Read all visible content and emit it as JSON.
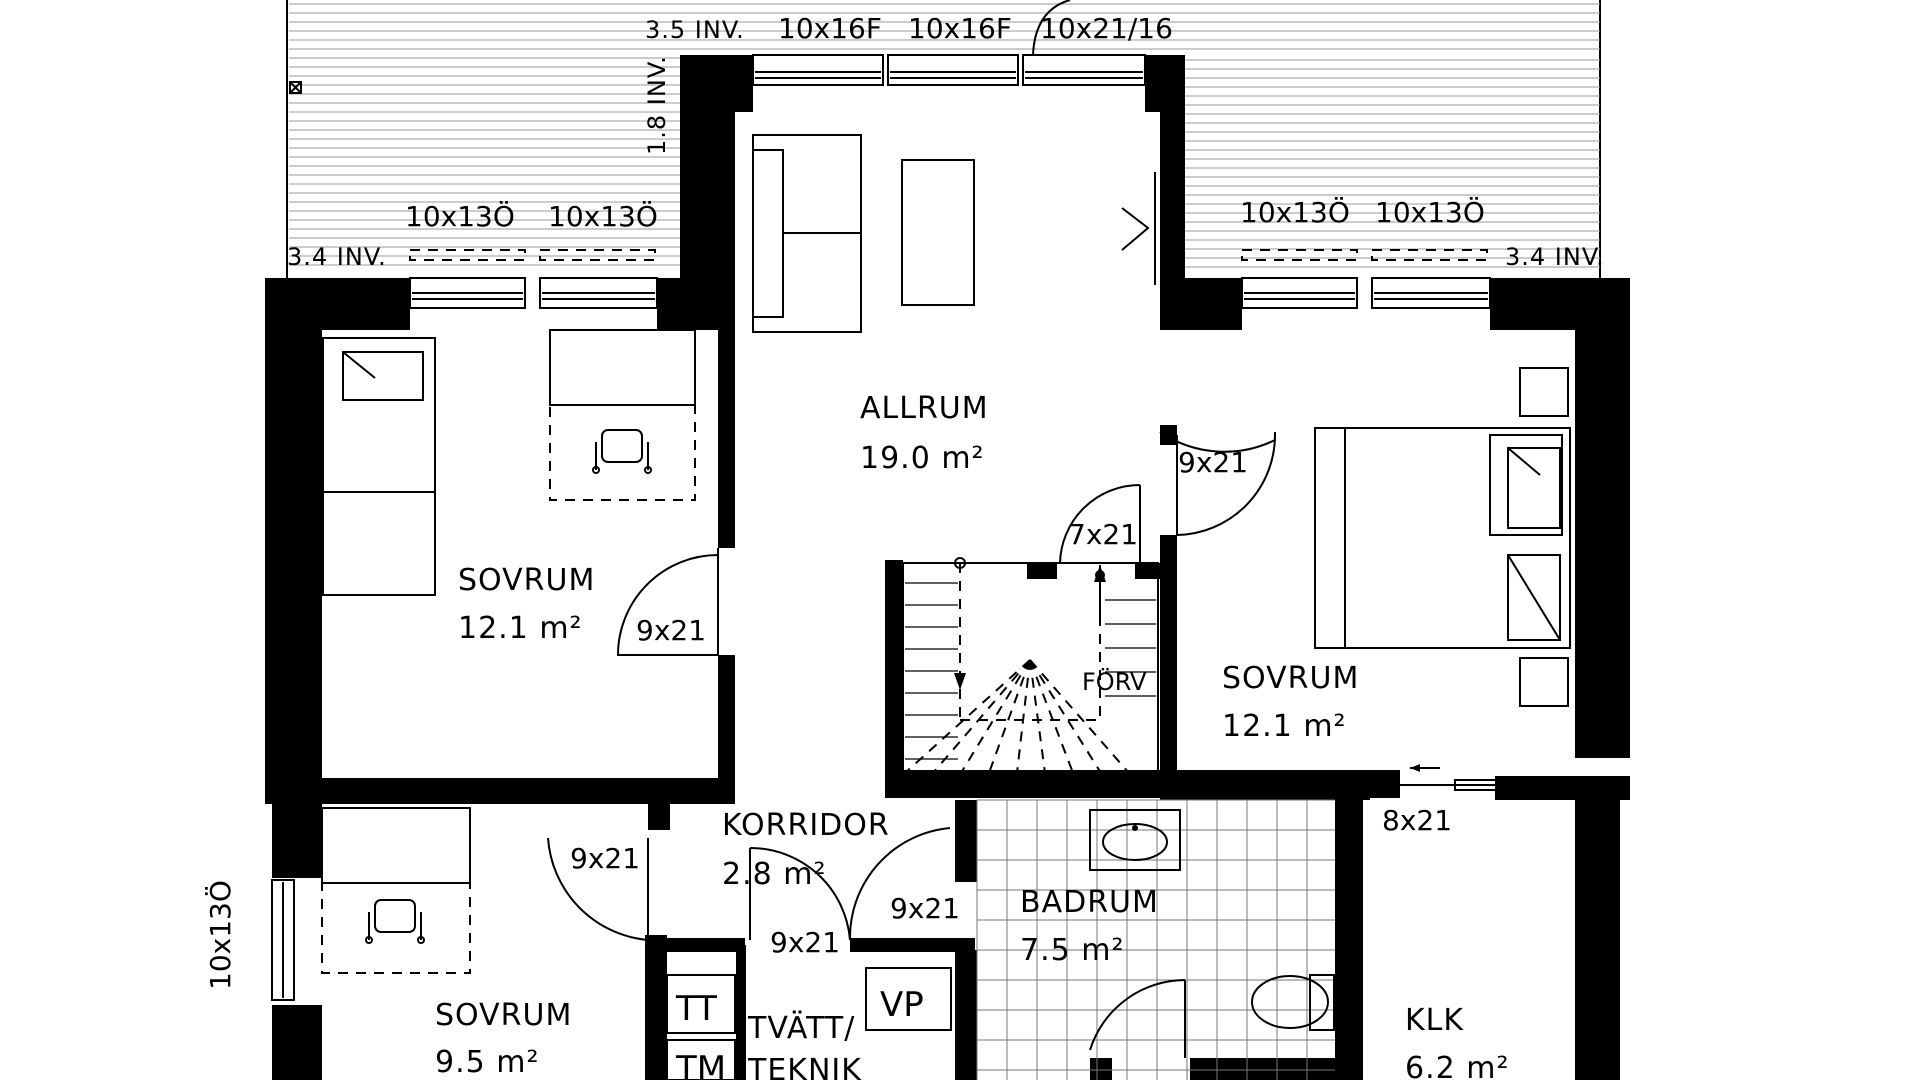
{
  "rooms": {
    "allrum": {
      "name": "ALLRUM",
      "area": "19.0 m²"
    },
    "sovrum_left": {
      "name": "SOVRUM",
      "area": "12.1 m²"
    },
    "sovrum_right": {
      "name": "SOVRUM",
      "area": "12.1 m²"
    },
    "sovrum_small": {
      "name": "SOVRUM",
      "area": "9.5 m²"
    },
    "korridor": {
      "name": "KORRIDOR",
      "area": "2.8 m²"
    },
    "badrum": {
      "name": "BADRUM",
      "area": "7.5 m²"
    },
    "klk": {
      "name": "KLK",
      "area": "6.2 m²"
    },
    "tvatt": {
      "line1": "TVÄTT/",
      "line2": "TEKNIK"
    },
    "forv": {
      "name": "FÖRV"
    }
  },
  "windows": {
    "top_1": "10x16F",
    "top_2": "10x16F",
    "top_3": "10x21/16",
    "left_1": "10x13Ö",
    "left_2": "10x13Ö",
    "right_1": "10x13Ö",
    "right_2": "10x13Ö",
    "side": "10x13Ö"
  },
  "doors": {
    "left_bedroom": "9x21",
    "right_bedroom": "9x21",
    "stair": "7x21",
    "klk": "8x21",
    "small_bedroom": "9x21",
    "bath": "9x21",
    "laundry": "9x21"
  },
  "inv": {
    "top": "3.5 INV.",
    "vertical": "1.8 INV.",
    "left": "3.4 INV.",
    "right": "3.4 INV."
  },
  "fixtures": {
    "tt": "TT",
    "tm": "TM",
    "vp": "VP"
  }
}
